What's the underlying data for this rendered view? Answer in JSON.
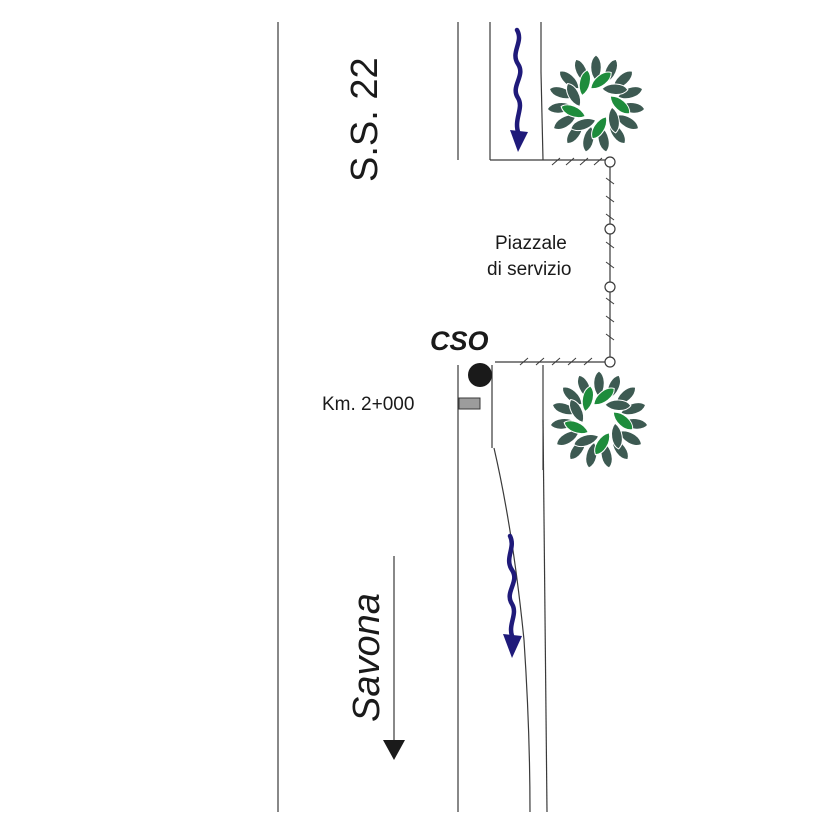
{
  "road_label": "S.S. 22",
  "service_area": {
    "line1": "Piazzale",
    "line2": "di servizio"
  },
  "cso_label": "CSO",
  "km_label": "Km. 2+000",
  "direction_label": "Savona",
  "colors": {
    "line": "#3a3a3a",
    "arrow": "#1f1a7a",
    "tree_dark": "#3d5a52",
    "tree_light": "#1e8c3c",
    "marker": "#9c9c9c"
  }
}
